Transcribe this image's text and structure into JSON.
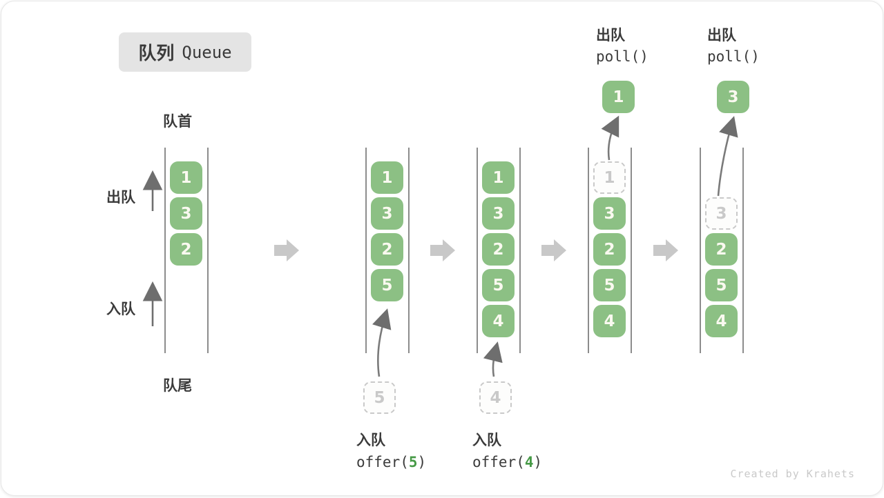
{
  "header": {
    "title_zh": "队列",
    "title_en": "Queue"
  },
  "labels": {
    "front": "队首",
    "rear": "队尾",
    "dequeue_side": "出队",
    "enqueue_side": "入队"
  },
  "colors": {
    "box_green": "#8cc084",
    "accent_green": "#479a47",
    "block_arrow_gray": "#c8c8c8",
    "ghost_gray": "#c9c9c9",
    "text_dark": "#3b3b3b"
  },
  "queues": [
    {
      "items": [
        "1",
        "3",
        "2"
      ]
    },
    {
      "items": [
        "1",
        "3",
        "2",
        "5"
      ],
      "pending": "5",
      "op_label": "入队",
      "code_prefix": "offer(",
      "code_arg": "5",
      "code_suffix": ")"
    },
    {
      "items": [
        "1",
        "3",
        "2",
        "5",
        "4"
      ],
      "pending": "4",
      "op_label": "入队",
      "code_prefix": "offer(",
      "code_arg": "4",
      "code_suffix": ")"
    },
    {
      "ghost": "1",
      "items": [
        "3",
        "2",
        "5",
        "4"
      ],
      "out": "1",
      "op_label": "出队",
      "op_code": "poll()"
    },
    {
      "ghost": "3",
      "items": [
        "2",
        "5",
        "4"
      ],
      "out": "3",
      "op_label": "出队",
      "op_code": "poll()"
    }
  ],
  "footer": {
    "credit": "Created by Krahets"
  }
}
